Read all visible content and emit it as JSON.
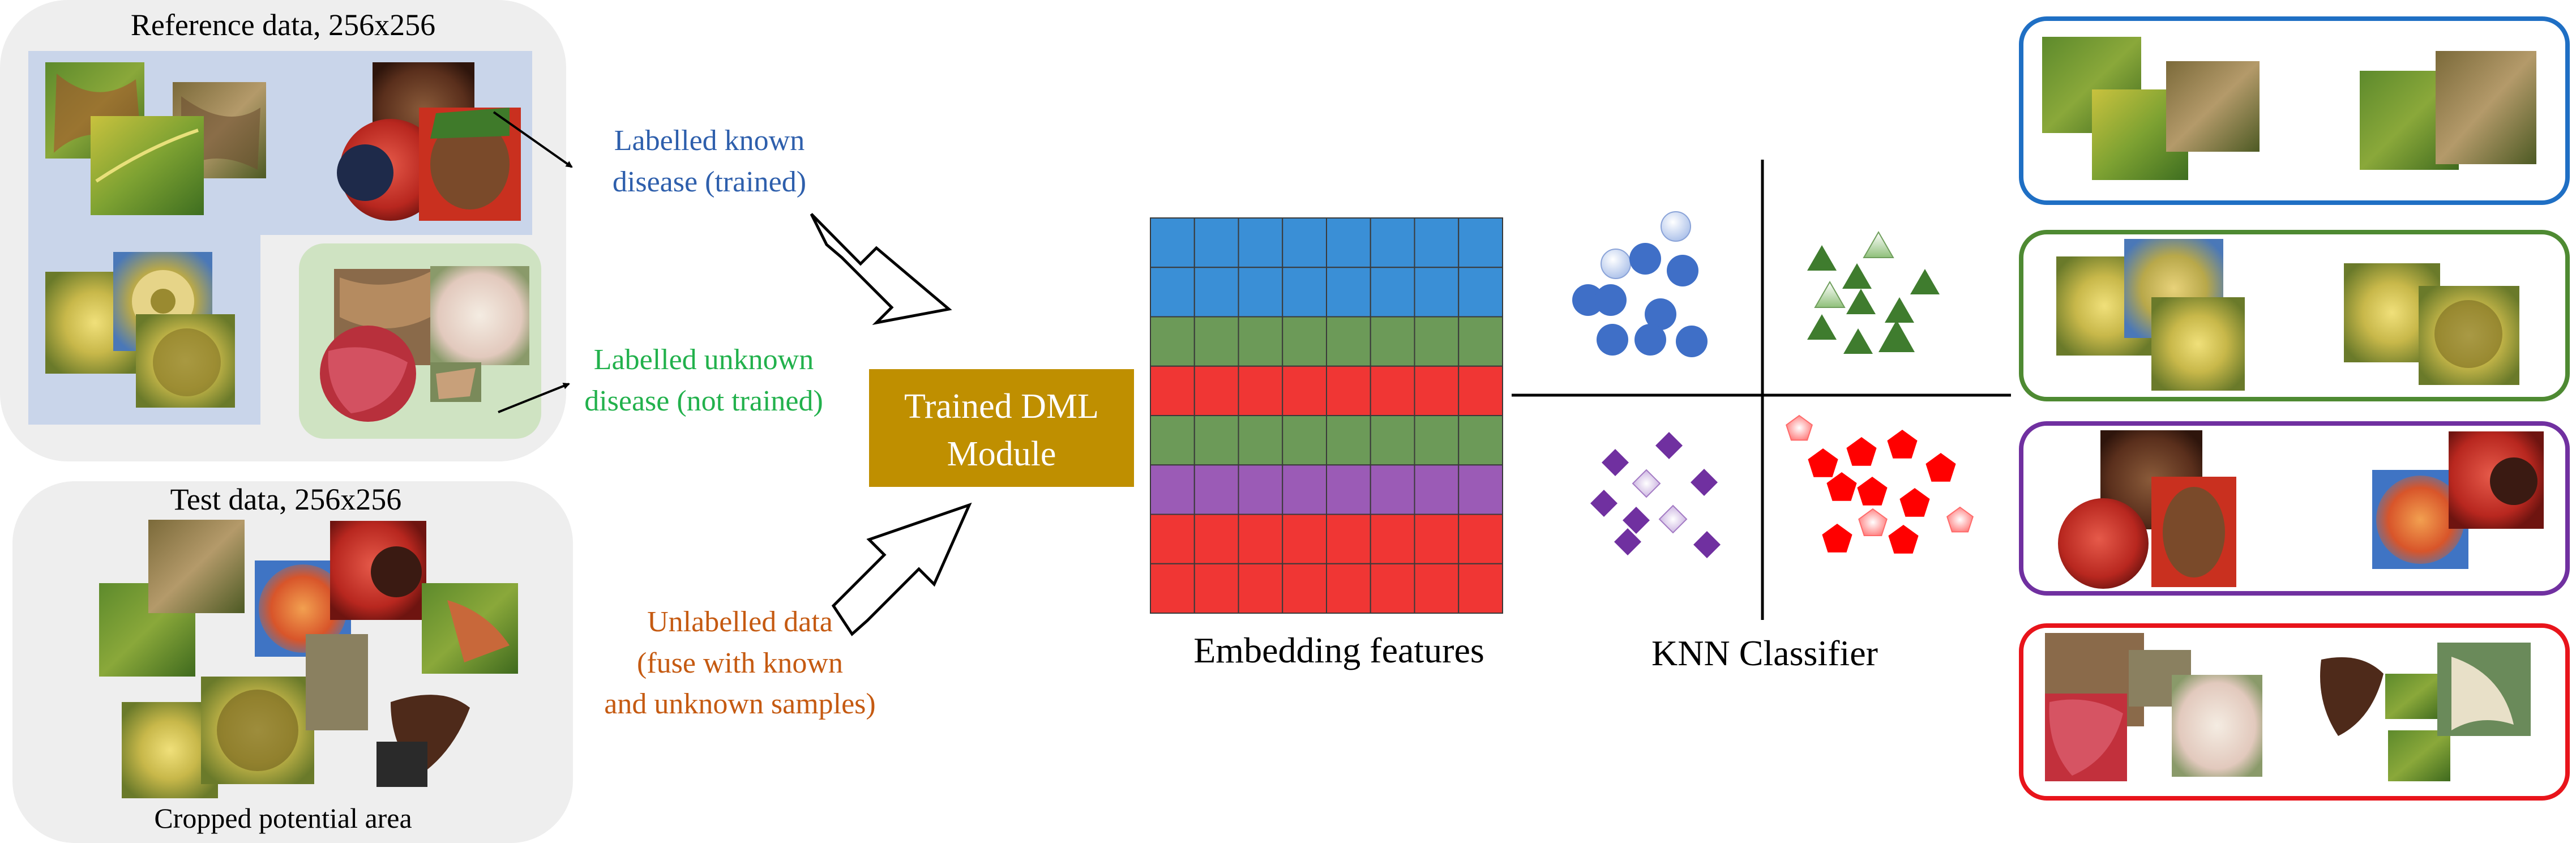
{
  "reference_panel": {
    "title": "Reference data, 256x256",
    "known_label_line1": "Labelled known",
    "known_label_line2": "disease (trained)",
    "unknown_label_line1": "Labelled unknown",
    "unknown_label_line2": "disease (not trained)"
  },
  "test_panel": {
    "title": "Test data, 256x256",
    "caption": "Cropped potential area",
    "unlabelled_line1": "Unlabelled data",
    "unlabelled_line2": "(fuse with known",
    "unlabelled_line3": "and unknown samples)"
  },
  "dml_module": {
    "line1": "Trained DML",
    "line2": "Module"
  },
  "embedding": {
    "caption": "Embedding features",
    "row_colors": [
      "#3a8fd6",
      "#3a8fd6",
      "#6c9a58",
      "#f03634",
      "#6c9a58",
      "#9b5bb6",
      "#f03634",
      "#f03634"
    ],
    "columns": 8
  },
  "knn": {
    "caption": "KNN Classifier",
    "cluster_colors": {
      "blue": "#3f6fc7",
      "green": "#3f7c2e",
      "purple": "#7030a0",
      "red": "#ff0000"
    },
    "cluster_shapes": [
      "circle-icon",
      "triangle-icon",
      "diamond-icon",
      "pentagon-icon"
    ]
  },
  "result_boxes": {
    "colors": [
      "#1f6fc4",
      "#4e8a32",
      "#7030a0",
      "#e8141b"
    ]
  },
  "colors": {
    "panel_bg": "#eeeeee",
    "reference_inner_bg": "#c9d5ea",
    "unknown_inner_bg": "#cfe3c2",
    "dml_bg": "#bf8f00",
    "known_text": "#2e5fac",
    "unknown_text": "#22b14c",
    "unlabelled_text": "#c55a11"
  }
}
